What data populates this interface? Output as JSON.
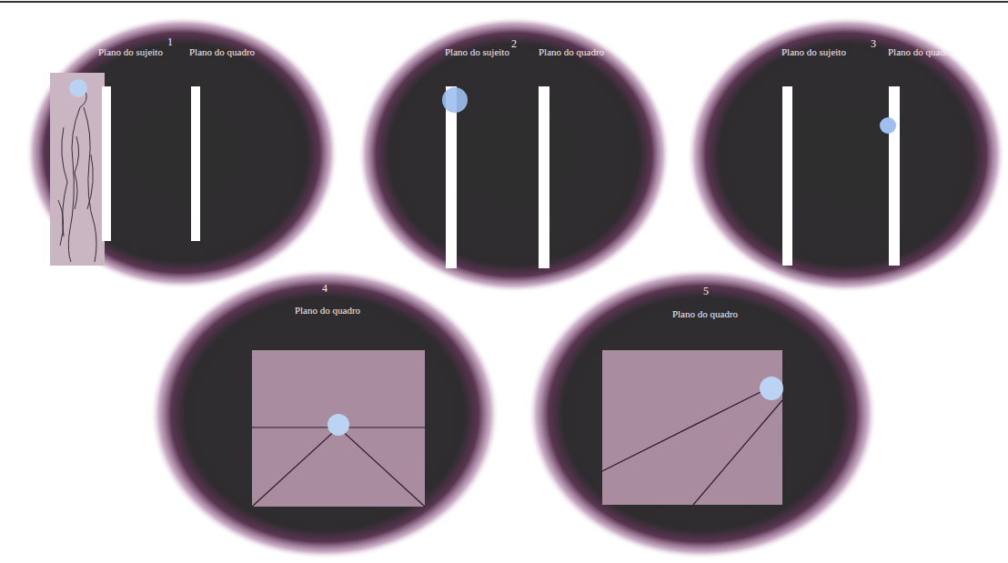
{
  "diagram": {
    "labels": [
      "1",
      "Plano do sujeito",
      "Plano do quadro",
      "2",
      "Plano do sujeito",
      "Plano do quadro",
      "3",
      "Plano do sujeito",
      "Plano do quadro",
      "4",
      "Plano do quadro",
      "5",
      "Plano do quadro"
    ]
  }
}
